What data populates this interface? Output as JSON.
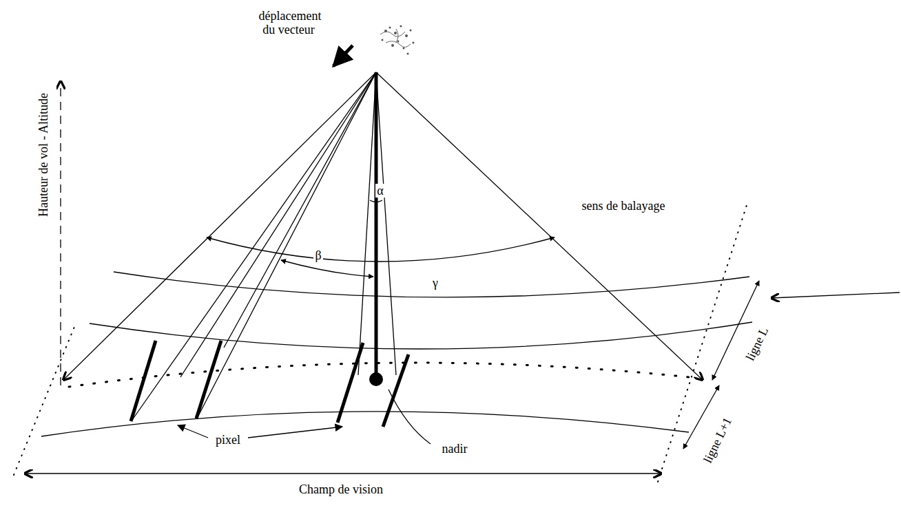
{
  "diagram": {
    "labels": [
      "déplacement du vecteur",
      "Hauteur de vol - Altitude",
      "α",
      "β",
      "γ",
      "sens de balayage",
      "ligne L",
      "ligne L+1",
      "pixel",
      "nadir",
      "Champ de vision"
    ]
  }
}
